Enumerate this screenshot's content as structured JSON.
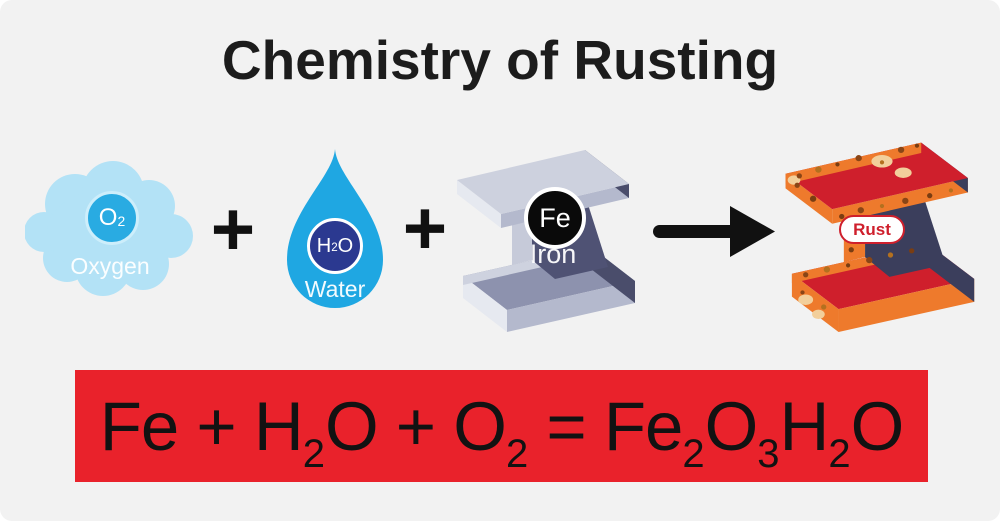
{
  "title": "Chemistry of Rusting",
  "reaction": {
    "plus": "+",
    "reactants": [
      {
        "name": "Oxygen",
        "badge_main": "O",
        "badge_sub": "2"
      },
      {
        "name": "Water",
        "badge_main": "H",
        "badge_sub": "2",
        "badge_post": "O"
      },
      {
        "name": "Iron",
        "badge_main": "Fe"
      }
    ],
    "product": {
      "label": "Rust"
    }
  },
  "equation": {
    "segments": [
      {
        "text": "Fe + H"
      },
      {
        "sub": "2"
      },
      {
        "text": "O + O"
      },
      {
        "sub": "2"
      },
      {
        "text": " = Fe"
      },
      {
        "sub": "2"
      },
      {
        "text": "O"
      },
      {
        "sub": "3"
      },
      {
        "text": "H"
      },
      {
        "sub": "2"
      },
      {
        "text": "O"
      }
    ]
  },
  "colors": {
    "background": "#f2f2f2",
    "title_text": "#1c1c1c",
    "cloud_blue": "#b3e2f6",
    "oxygen_badge_blue": "#29abe2",
    "water_drop_blue": "#29abe2",
    "water_badge_navy": "#2b3990",
    "iron_badge_black": "#0a0a0a",
    "beam_light_gray": "#cdd1de",
    "beam_dark_slate": "#4a4d6b",
    "rust_orange": "#ee7a2c",
    "rust_red": "#cf1f2c",
    "rust_navy": "#3b3e5c",
    "rust_cream": "#f2cf9b",
    "banner_red": "#e9222b",
    "equation_text": "#121212",
    "label_white": "#ffffff",
    "arrow_black": "#111111"
  }
}
